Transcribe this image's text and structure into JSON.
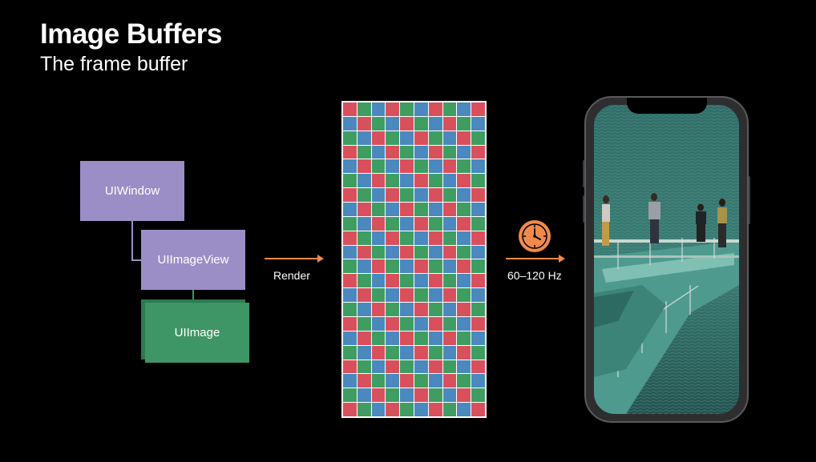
{
  "slide": {
    "title": "Image Buffers",
    "subtitle": "The frame buffer"
  },
  "hierarchy": {
    "window_label": "UIWindow",
    "image_view_label": "UIImageView",
    "image_label": "UIImage"
  },
  "render_arrow": {
    "label": "Render"
  },
  "refresh_arrow": {
    "label": "60–120 Hz",
    "icon": "clock-icon"
  },
  "colors": {
    "background": "#000000",
    "purple_box": "#9b8ec6",
    "green_box": "#3e9565",
    "arrow": "#f08a4b",
    "clock": "#f08a4b",
    "pixel_red": "#d9505d",
    "pixel_green": "#3f9d62",
    "pixel_blue": "#4a88bd"
  },
  "frame_buffer": {
    "columns": 10,
    "rows": 22,
    "pattern": [
      "red",
      "green",
      "blue"
    ]
  },
  "device": {
    "icon": "iphone-icon",
    "screen_content": "photo-people-on-pier"
  }
}
